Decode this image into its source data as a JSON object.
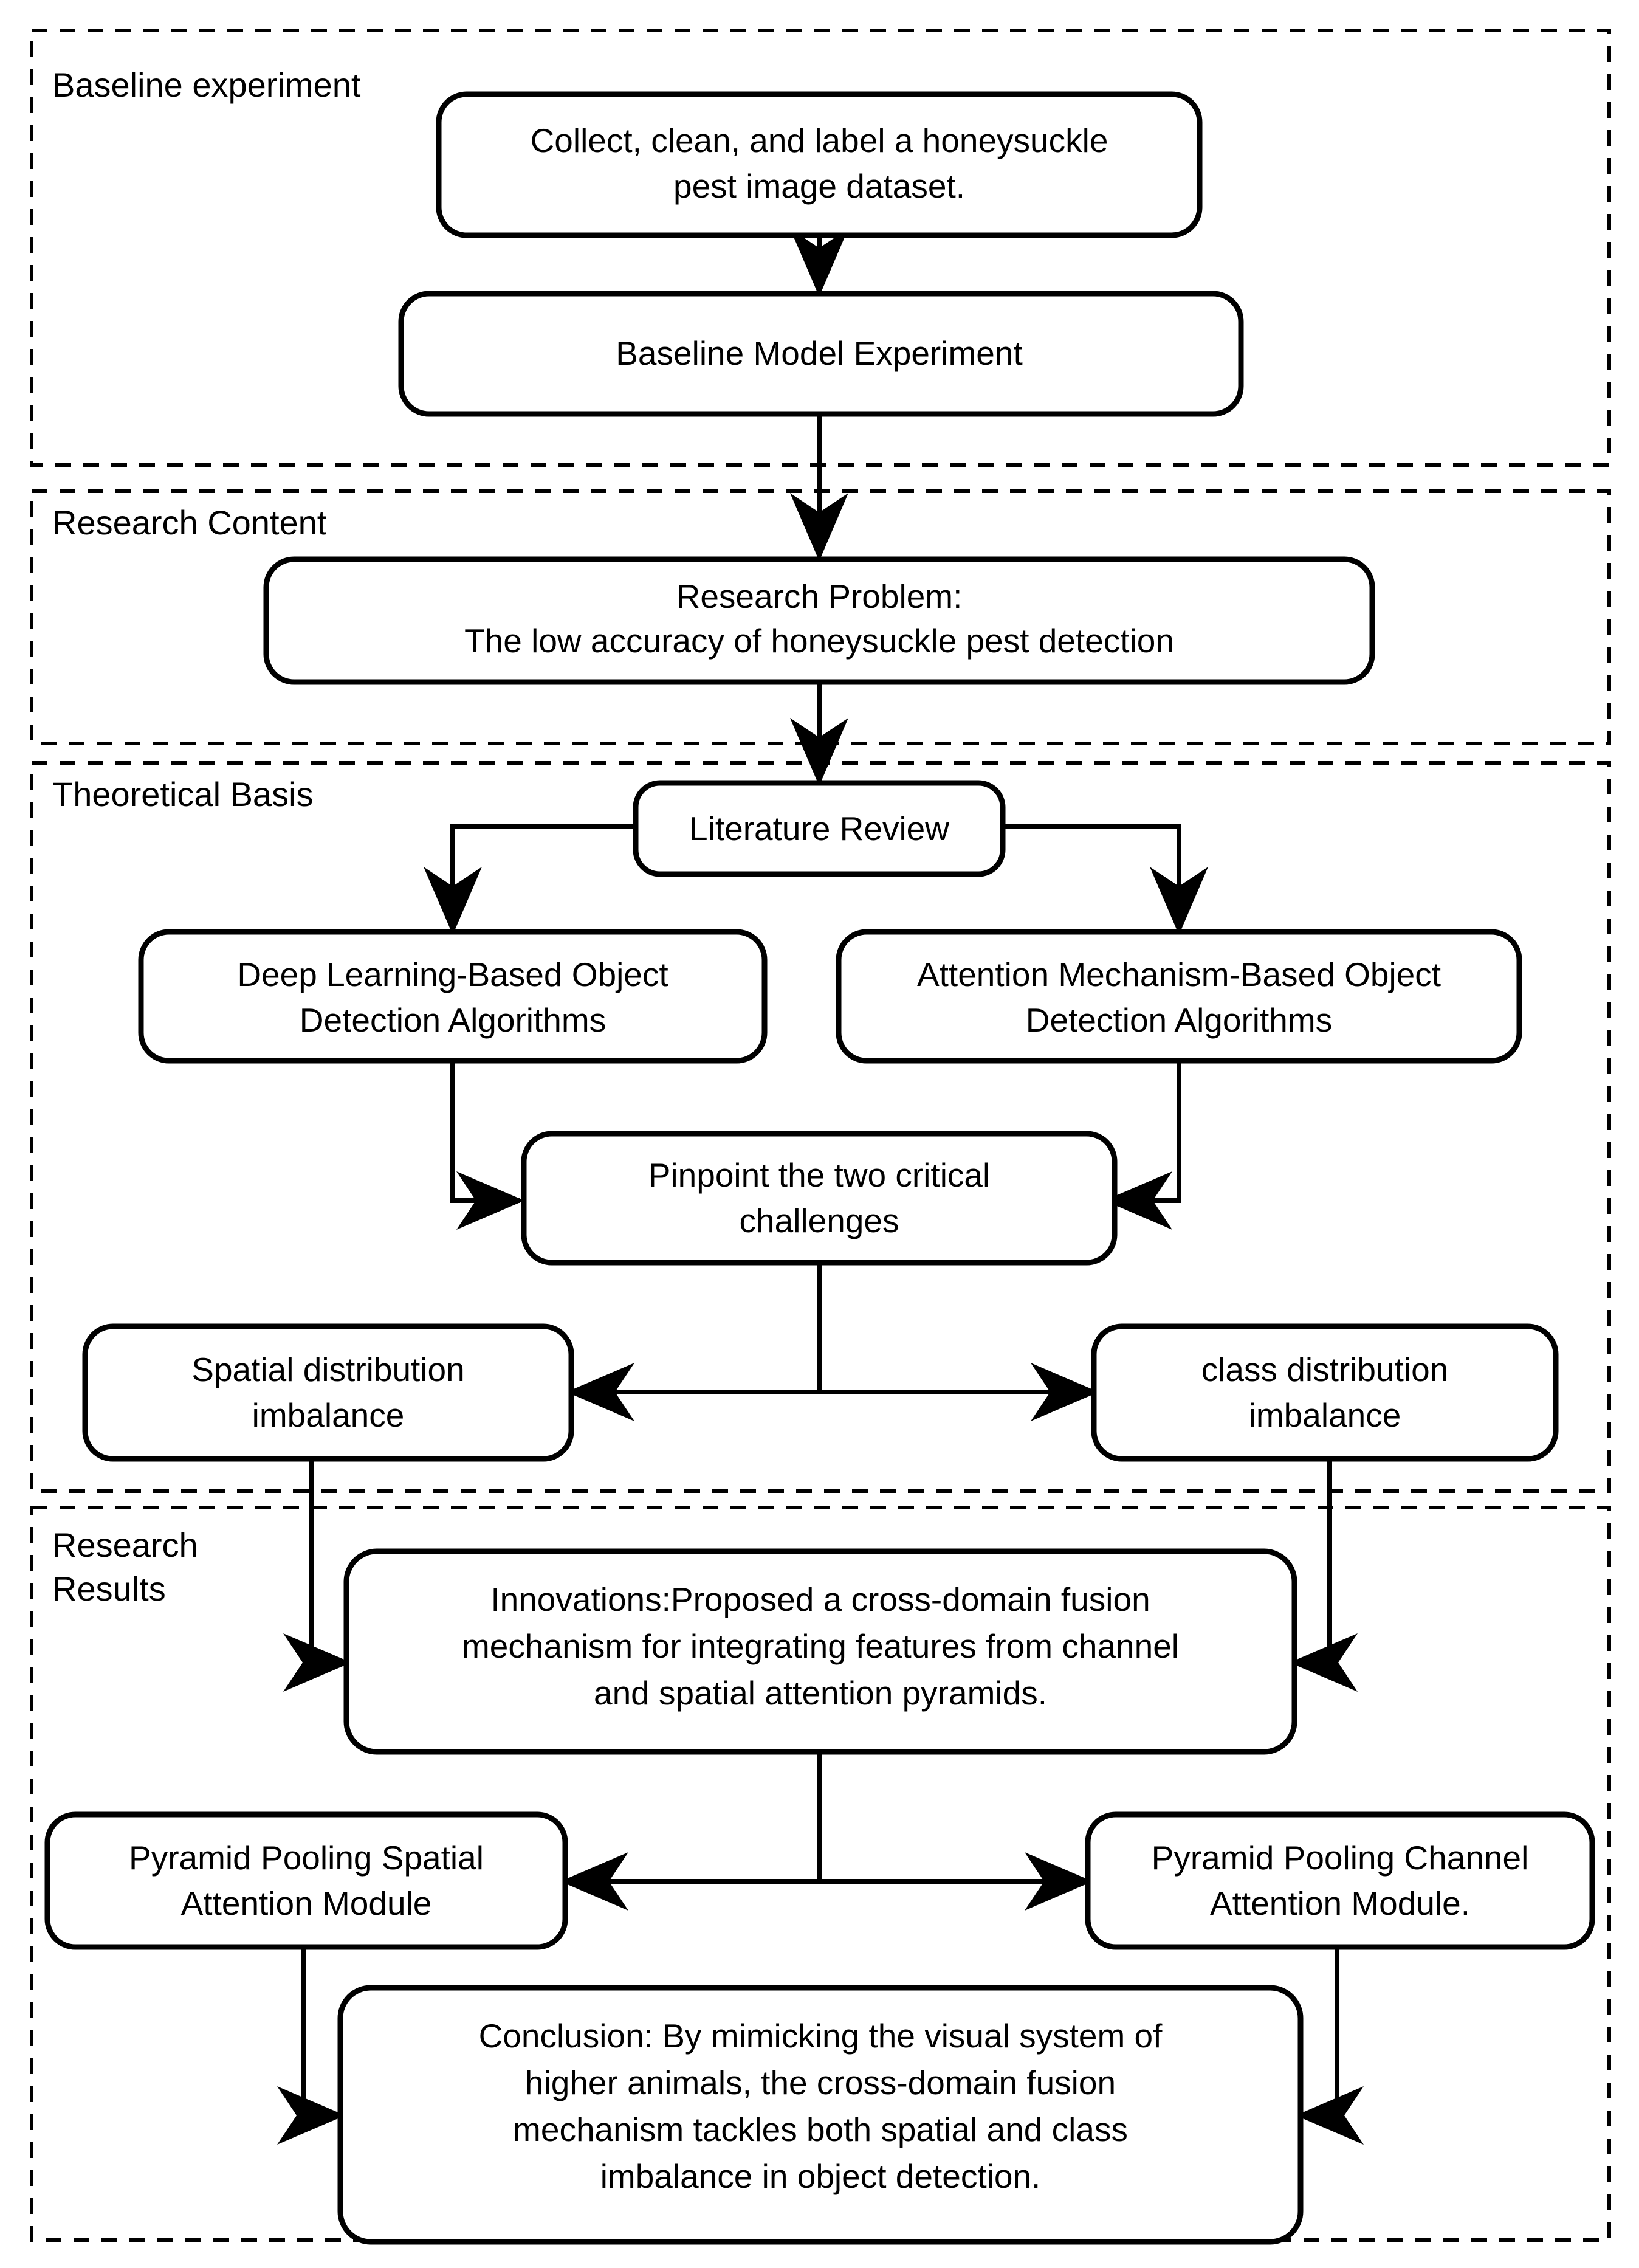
{
  "diagram": {
    "title_present": false,
    "background_color": "#ffffff",
    "line_color": "#000000",
    "sections": [
      {
        "id": "baseline",
        "label": "Baseline experiment"
      },
      {
        "id": "research-content",
        "label": "Research Content"
      },
      {
        "id": "theoretical-basis",
        "label": "Theoretical Basis"
      },
      {
        "id": "research-results",
        "label": "Research\nResults",
        "label_lines": [
          "Research",
          "Results"
        ]
      }
    ],
    "nodes": [
      {
        "id": "collect-dataset",
        "section": "baseline",
        "lines": [
          "Collect, clean, and label a honeysuckle",
          "pest image dataset."
        ]
      },
      {
        "id": "baseline-model-experiment",
        "section": "baseline",
        "lines": [
          "Baseline Model Experiment"
        ]
      },
      {
        "id": "research-problem",
        "section": "research-content",
        "lines": [
          "Research Problem:",
          "The low accuracy of honeysuckle pest detection"
        ]
      },
      {
        "id": "literature-review",
        "section": "theoretical-basis",
        "lines": [
          "Literature Review"
        ]
      },
      {
        "id": "deep-learning-algorithms",
        "section": "theoretical-basis",
        "lines": [
          "Deep Learning-Based Object",
          "Detection Algorithms"
        ]
      },
      {
        "id": "attention-mechanism-algorithms",
        "section": "theoretical-basis",
        "lines": [
          "Attention Mechanism-Based Object",
          "Detection Algorithms"
        ]
      },
      {
        "id": "pinpoint-challenges",
        "section": "theoretical-basis",
        "lines": [
          "Pinpoint the two critical",
          "challenges"
        ]
      },
      {
        "id": "spatial-distribution-imbalance",
        "section": "theoretical-basis",
        "lines": [
          "Spatial distribution",
          "imbalance"
        ]
      },
      {
        "id": "class-distribution-imbalance",
        "section": "theoretical-basis",
        "lines": [
          "class distribution",
          "imbalance"
        ]
      },
      {
        "id": "innovations",
        "section": "research-results",
        "lines": [
          "Innovations:Proposed a cross-domain fusion",
          "mechanism for integrating features from channel",
          "and spatial attention pyramids."
        ]
      },
      {
        "id": "pyramid-pooling-spatial",
        "section": "research-results",
        "lines": [
          "Pyramid Pooling Spatial",
          "Attention Module"
        ]
      },
      {
        "id": "pyramid-pooling-channel",
        "section": "research-results",
        "lines": [
          "Pyramid Pooling Channel",
          "Attention Module."
        ]
      },
      {
        "id": "conclusion",
        "section": "research-results",
        "lines": [
          "Conclusion: By mimicking the visual system of",
          "higher animals, the cross-domain fusion",
          "mechanism tackles both spatial and class",
          "imbalance in object detection."
        ]
      }
    ],
    "edges": [
      {
        "from": "collect-dataset",
        "to": "baseline-model-experiment",
        "kind": "arrow-down"
      },
      {
        "from": "baseline-model-experiment",
        "to": "research-problem",
        "kind": "arrow-down"
      },
      {
        "from": "research-problem",
        "to": "literature-review",
        "kind": "arrow-down"
      },
      {
        "from": "literature-review",
        "to": "deep-learning-algorithms",
        "kind": "elbow-left-down"
      },
      {
        "from": "literature-review",
        "to": "attention-mechanism-algorithms",
        "kind": "elbow-right-down"
      },
      {
        "from": "deep-learning-algorithms",
        "to": "pinpoint-challenges",
        "kind": "elbow-down-right"
      },
      {
        "from": "attention-mechanism-algorithms",
        "to": "pinpoint-challenges",
        "kind": "elbow-down-left"
      },
      {
        "from": "pinpoint-challenges",
        "to": "spatial-distribution-imbalance",
        "kind": "tee-double-arrow"
      },
      {
        "from": "pinpoint-challenges",
        "to": "class-distribution-imbalance",
        "kind": "tee-double-arrow"
      },
      {
        "from": "spatial-distribution-imbalance",
        "to": "innovations",
        "kind": "elbow-down-right"
      },
      {
        "from": "class-distribution-imbalance",
        "to": "innovations",
        "kind": "elbow-down-left"
      },
      {
        "from": "innovations",
        "to": "pyramid-pooling-spatial",
        "kind": "tee-double-arrow"
      },
      {
        "from": "innovations",
        "to": "pyramid-pooling-channel",
        "kind": "tee-double-arrow"
      },
      {
        "from": "pyramid-pooling-spatial",
        "to": "conclusion",
        "kind": "elbow-down-right"
      },
      {
        "from": "pyramid-pooling-channel",
        "to": "conclusion",
        "kind": "elbow-down-left"
      }
    ]
  }
}
